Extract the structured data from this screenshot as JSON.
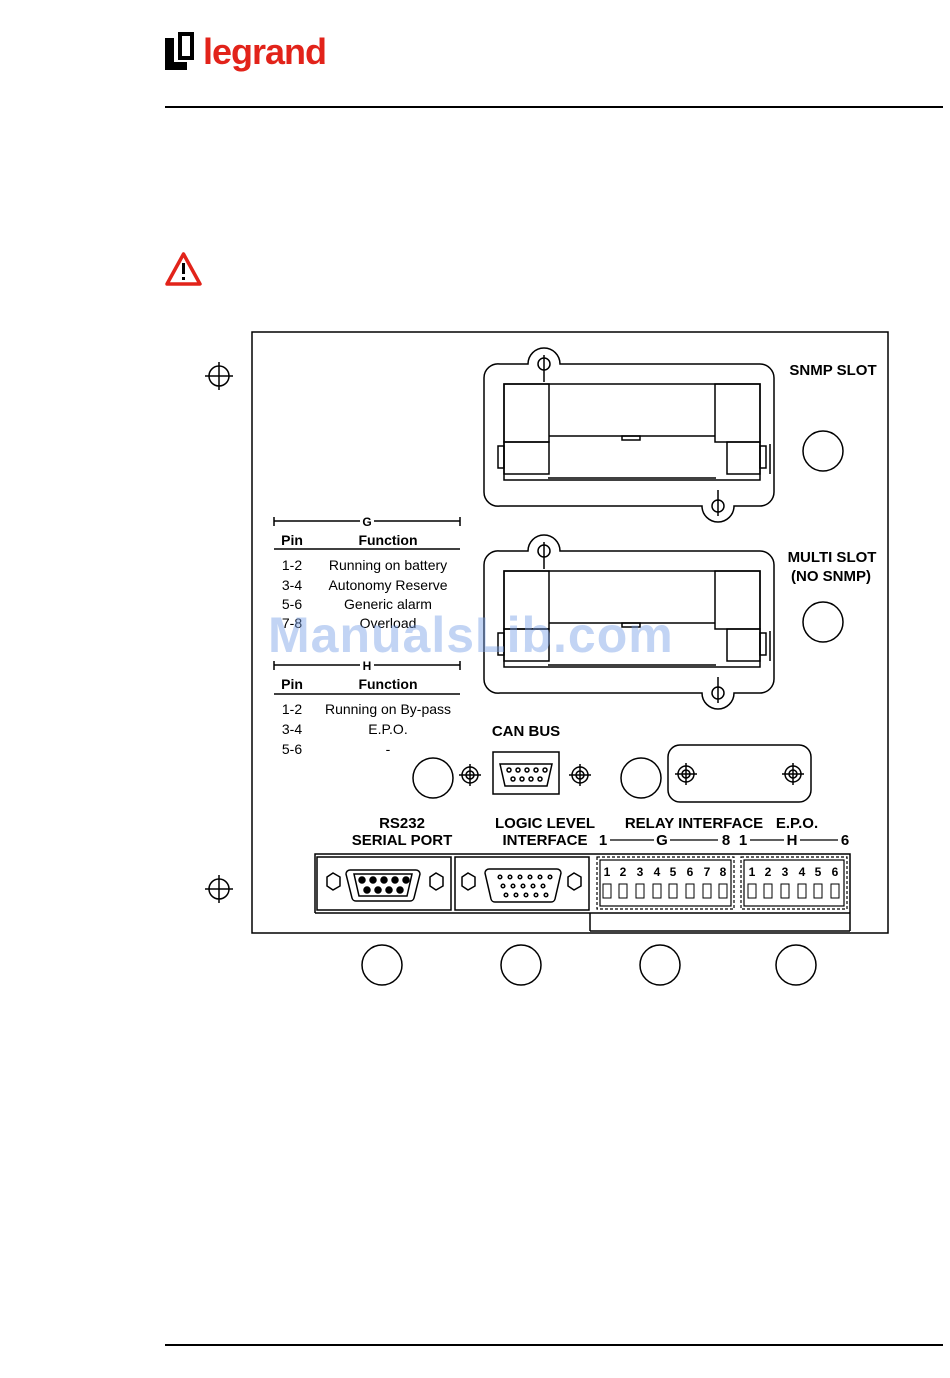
{
  "header": {
    "brand": "legrand",
    "brand_color": "#e2231a"
  },
  "warning_icon": "warning-triangle-icon",
  "diagram": {
    "slot_labels": {
      "snmp": "SNMP SLOT",
      "multi_line1": "MULTI SLOT",
      "multi_line2": "(NO SNMP)"
    },
    "can_bus": "CAN BUS",
    "rs232_line1": "RS232",
    "rs232_line2": "SERIAL PORT",
    "logic_line1": "LOGIC LEVEL",
    "logic_line2": "INTERFACE",
    "relay_label": "RELAY INTERFACE",
    "epo_label": "E.P.O.",
    "relay_range": {
      "start": "1",
      "mid": "G",
      "end": "8"
    },
    "epo_range": {
      "start": "1",
      "mid": "H",
      "end": "6"
    },
    "relay_pins": [
      "1",
      "2",
      "3",
      "4",
      "5",
      "6",
      "7",
      "8"
    ],
    "epo_pins": [
      "1",
      "2",
      "3",
      "4",
      "5",
      "6"
    ],
    "table_g": {
      "title": "G",
      "col_pin": "Pin",
      "col_function": "Function",
      "rows": [
        {
          "pin": "1-2",
          "function": "Running on battery"
        },
        {
          "pin": "3-4",
          "function": "Autonomy Reserve"
        },
        {
          "pin": "5-6",
          "function": "Generic alarm"
        },
        {
          "pin": "7-8",
          "function": "Overload"
        }
      ]
    },
    "table_h": {
      "title": "H",
      "col_pin": "Pin",
      "col_function": "Function",
      "rows": [
        {
          "pin": "1-2",
          "function": "Running on By-pass"
        },
        {
          "pin": "3-4",
          "function": "E.P.O."
        },
        {
          "pin": "5-6",
          "function": "-"
        }
      ]
    }
  },
  "watermark": "ManualsLib.com"
}
